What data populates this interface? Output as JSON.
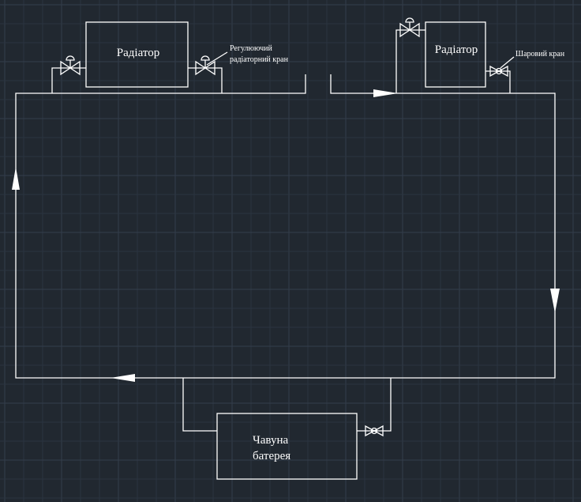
{
  "diagram": {
    "radiator_left_label": "Радіатор",
    "radiator_right_label": "Радіатор",
    "valve_callout_line1": "Регулюючий",
    "valve_callout_line2": "радіаторний кран",
    "ball_valve_callout": "Шаровий кран",
    "battery_line1": "Чавуна",
    "battery_line2": "батерея"
  },
  "colors": {
    "background": "#212830",
    "lines": "#ffffff",
    "grid": "#2b3440"
  }
}
